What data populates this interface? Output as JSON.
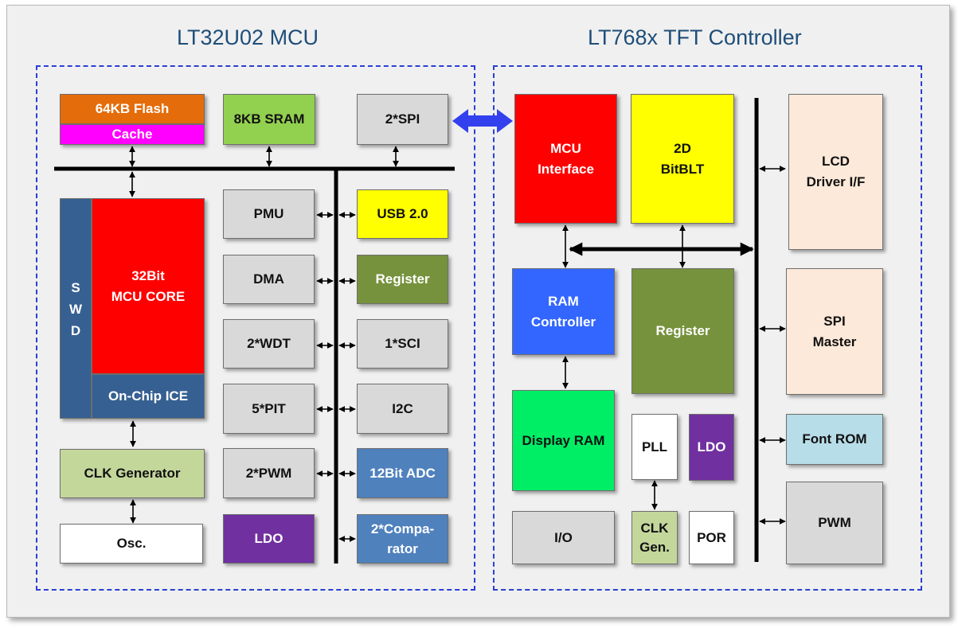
{
  "titles": {
    "mcu": "LT32U02 MCU",
    "tft": "LT768x TFT Controller"
  },
  "mcu_blocks": {
    "flash": "64KB Flash",
    "cache": "Cache",
    "sram": "8KB SRAM",
    "spi": "2*SPI",
    "swd": "S\nW\nD",
    "core": "32Bit\nMCU CORE",
    "ice": "On-Chip ICE",
    "clk": "CLK Generator",
    "osc": "Osc.",
    "pmu": "PMU",
    "dma": "DMA",
    "wdt": "2*WDT",
    "pit": "5*PIT",
    "pwm": "2*PWM",
    "ldo": "LDO",
    "usb": "USB 2.0",
    "register": "Register",
    "sci": "1*SCI",
    "i2c": "I2C",
    "adc": "12Bit ADC",
    "comparator": "2*Compa-\nrator"
  },
  "tft_blocks": {
    "mcu_interface": "MCU\nInterface",
    "bitblt": "2D\nBitBLT",
    "lcd": "LCD\nDriver I/F",
    "ram_controller": "RAM\nController",
    "register": "Register",
    "spi_master": "SPI\nMaster",
    "display_ram": "Display RAM",
    "pll": "PLL",
    "ldo": "LDO",
    "font_rom": "Font ROM",
    "io": "I/O",
    "clk_gen": "CLK\nGen.",
    "por": "POR",
    "pwm": "PWM"
  },
  "colors": {
    "title": "#1f4e79",
    "dashed_border": "#2b3fd4",
    "flash": "#e46c0a",
    "cache": "#ff00ff",
    "sram": "#92d050",
    "gray": "#d9d9d9",
    "swd": "#366092",
    "core": "#ff0000",
    "clk": "#c4d79b",
    "yellow": "#ffff00",
    "olive": "#76923c",
    "adc_blue": "#4f81bd",
    "ldo_purple": "#7030a0",
    "ram_ctrl_blue": "#3366ff",
    "display_ram_green": "#00ee66",
    "peach": "#fde9d9",
    "font_rom_blue": "#b7dde8",
    "link_arrow": "#3340ee"
  }
}
